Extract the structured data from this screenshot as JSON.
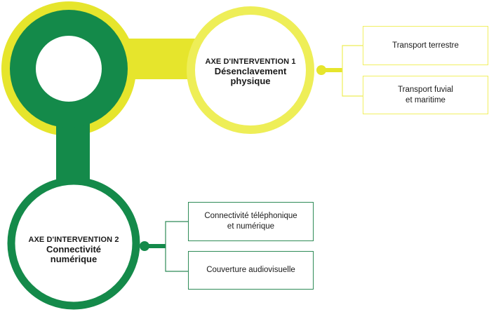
{
  "colors": {
    "dark_green": "#148a4a",
    "yellow": "#e6e52c",
    "light_yellow": "#eeee57"
  },
  "axes": [
    {
      "kicker": "AXE D'INTERVENTION 1",
      "title": "Désenclavement physique",
      "items": [
        "Transport terrestre",
        "Transport fuvial\net maritime"
      ]
    },
    {
      "kicker": "AXE D'INTERVENTION 2",
      "title": "Connectivité numérique",
      "items": [
        "Connectivité téléphonique\net numérique",
        "Couverture audiovisuelle"
      ]
    }
  ]
}
